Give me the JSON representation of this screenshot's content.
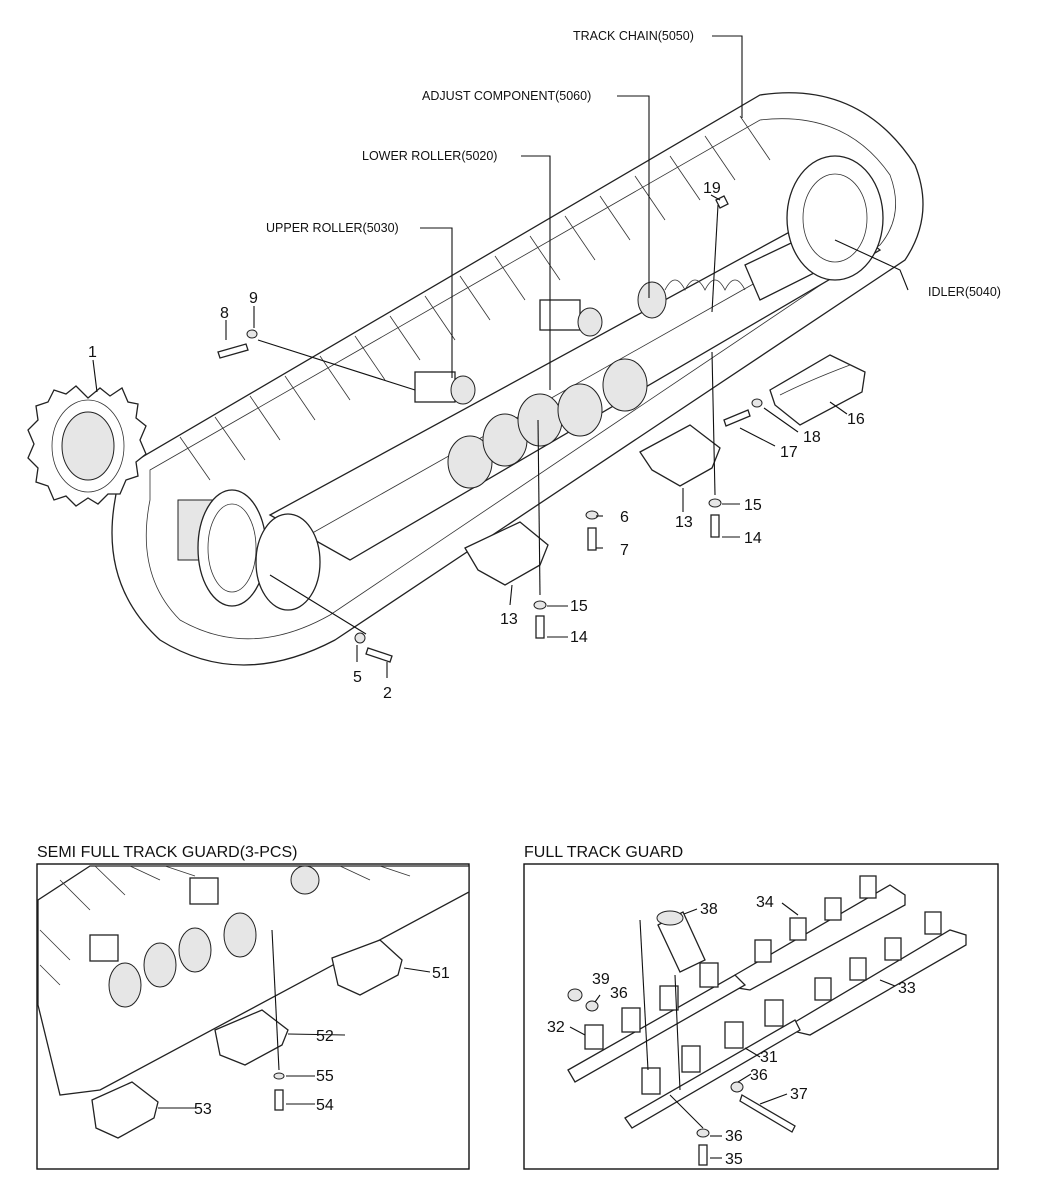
{
  "main_assembly": {
    "callouts": {
      "track_chain": "TRACK CHAIN(5050)",
      "adjust_component": "ADJUST COMPONENT(5060)",
      "lower_roller": "LOWER ROLLER(5020)",
      "upper_roller": "UPPER ROLLER(5030)",
      "idler": "IDLER(5040)"
    },
    "part_numbers": {
      "p1": "1",
      "p2": "2",
      "p5": "5",
      "p6": "6",
      "p7": "7",
      "p8": "8",
      "p9": "9",
      "p13a": "13",
      "p13b": "13",
      "p14a": "14",
      "p14b": "14",
      "p15a": "15",
      "p15b": "15",
      "p16": "16",
      "p17": "17",
      "p18": "18",
      "p19": "19"
    }
  },
  "semi_full_guard": {
    "title": "SEMI FULL TRACK GUARD(3-PCS)",
    "part_numbers": {
      "p51": "51",
      "p52": "52",
      "p53": "53",
      "p54": "54",
      "p55": "55"
    }
  },
  "full_guard": {
    "title": "FULL TRACK GUARD",
    "part_numbers": {
      "p31": "31",
      "p32": "32",
      "p33": "33",
      "p34": "34",
      "p35": "35",
      "p36a": "36",
      "p36b": "36",
      "p36c": "36",
      "p37": "37",
      "p38": "38",
      "p39": "39"
    }
  }
}
